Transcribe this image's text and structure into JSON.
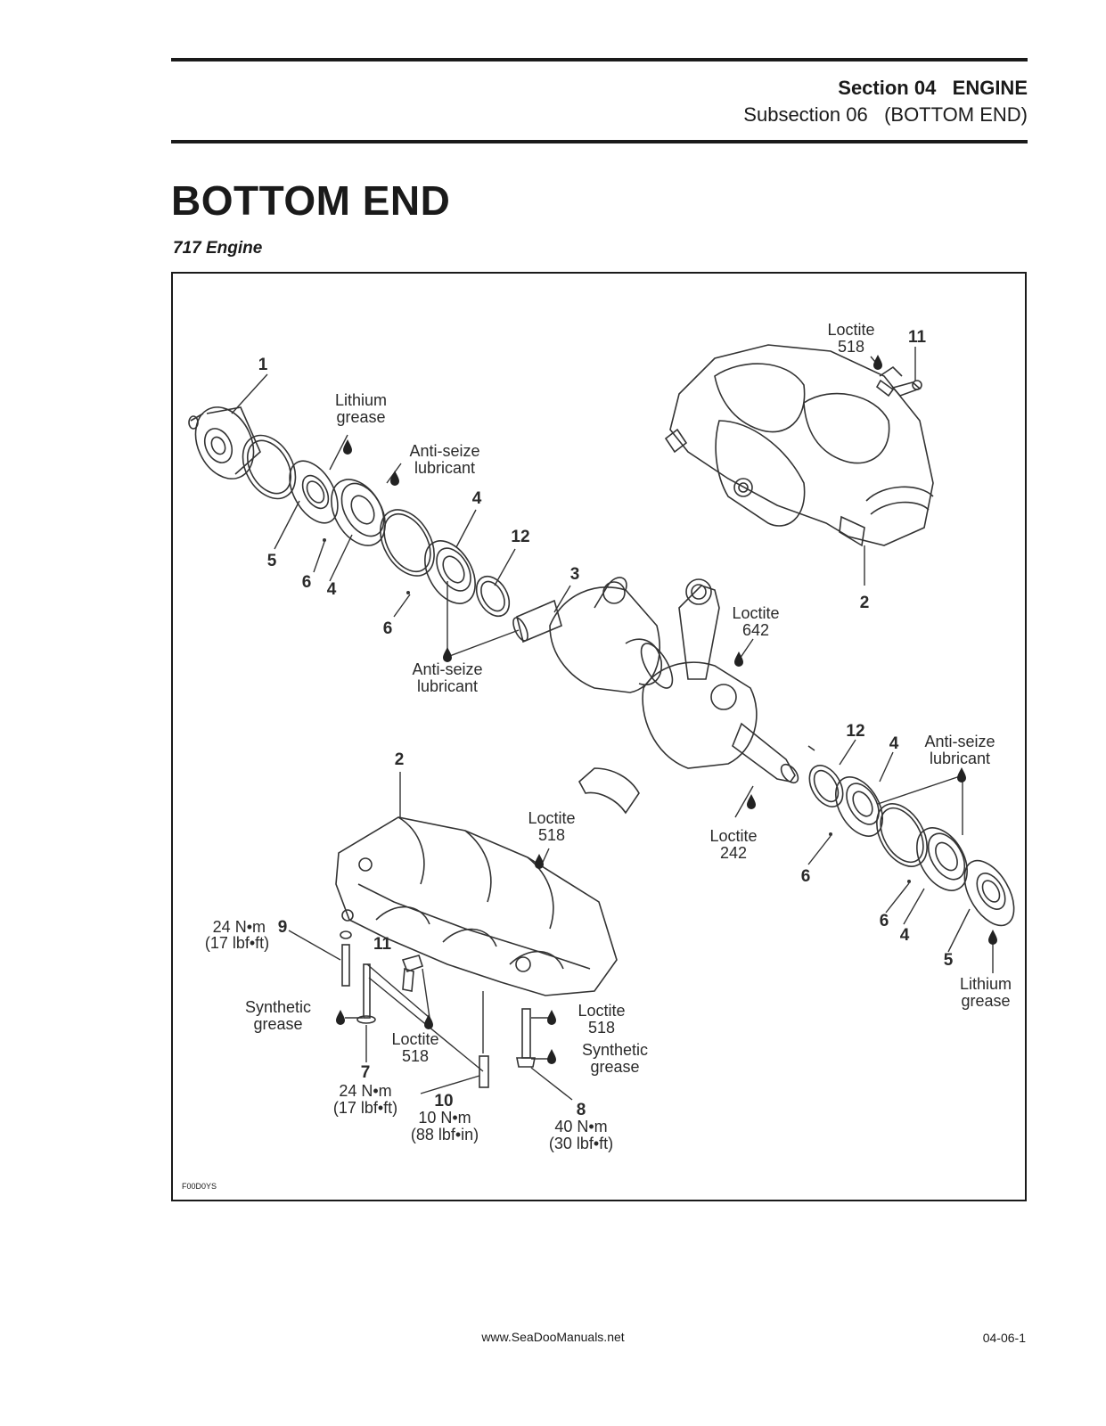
{
  "header": {
    "section": "Section 04   ENGINE",
    "subsection": "Subsection 06   (BOTTOM END)"
  },
  "title": "BOTTOM END",
  "subtitle": "717 Engine",
  "figure": {
    "code": "F00D0YS",
    "labels": {
      "lithium_grease_top": [
        "Lithium",
        "grease"
      ],
      "anti_seize_top": [
        "Anti-seize",
        "lubricant"
      ],
      "anti_seize_mid": [
        "Anti-seize",
        "lubricant"
      ],
      "anti_seize_right": [
        "Anti-seize",
        "lubricant"
      ],
      "loctite_518_top": [
        "Loctite",
        "518"
      ],
      "loctite_642": [
        "Loctite",
        "642"
      ],
      "loctite_518_mid": [
        "Loctite",
        "518"
      ],
      "loctite_242": [
        "Loctite",
        "242"
      ],
      "loctite_518_left": [
        "Loctite",
        "518"
      ],
      "loctite_518_right": [
        "Loctite",
        "518"
      ],
      "synthetic_grease_left": [
        "Synthetic",
        "grease"
      ],
      "synthetic_grease_right": [
        "Synthetic",
        "grease"
      ],
      "lithium_grease_bottom": [
        "Lithium",
        "grease"
      ],
      "torque_9": [
        "24 N•m",
        "(17 lbf•ft)"
      ],
      "torque_7": [
        "24 N•m",
        "(17 lbf•ft)"
      ],
      "torque_10": [
        "10 N•m",
        "(88 lbf•in)"
      ],
      "torque_8": [
        "40 N•m",
        "(30 lbf•ft)"
      ]
    },
    "callouts": {
      "c1": "1",
      "c2a": "2",
      "c2b": "2",
      "c3": "3",
      "c4a": "4",
      "c4b": "4",
      "c4c": "4",
      "c4d": "4",
      "c5a": "5",
      "c5b": "5",
      "c6a": "6",
      "c6b": "6",
      "c6c": "6",
      "c6d": "6",
      "c7": "7",
      "c8": "8",
      "c9": "9",
      "c10": "10",
      "c11a": "11",
      "c11b": "11",
      "c12a": "12",
      "c12b": "12"
    }
  },
  "page_number": "04-06-1",
  "footer": "www.SeaDooManuals.net"
}
